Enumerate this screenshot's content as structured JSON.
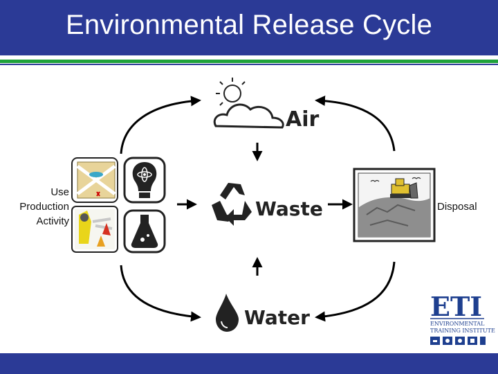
{
  "title": "Environmental Release Cycle",
  "nodes": {
    "use_label": [
      "Use",
      "Production",
      "Activity"
    ],
    "air": "Air",
    "waste": "Waste",
    "water": "Water",
    "disposal": "Disposal"
  },
  "logo": {
    "name": "ETI",
    "line1": "ENVIRONMENTAL",
    "line2": "TRAINING INSTITUTE"
  },
  "colors": {
    "header": "#2b3a96",
    "green_stripe": "#1fa23a",
    "logo_blue": "#1e3f8f"
  }
}
